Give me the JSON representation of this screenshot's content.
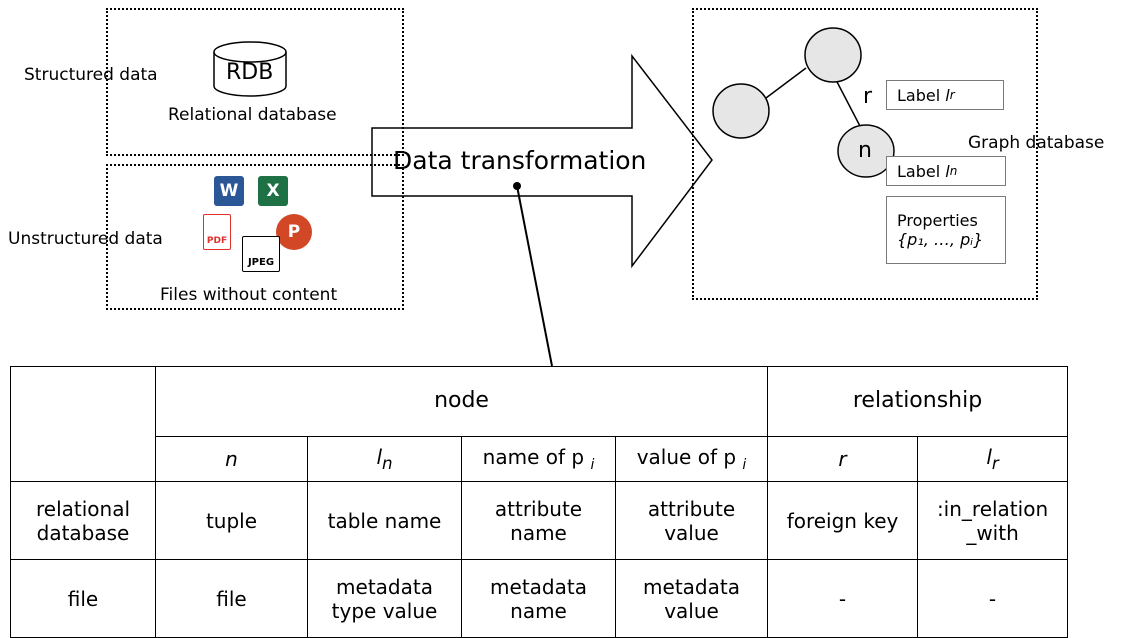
{
  "left": {
    "structured_label": "Structured data",
    "rdb_text": "RDB",
    "rdb_caption": "Relational database",
    "unstructured_label": "Unstructured data",
    "files_caption": "Files without content",
    "icons": [
      "word-icon",
      "excel-icon",
      "pdf-icon",
      "powerpoint-icon",
      "jpeg-icon"
    ],
    "icon_text": {
      "word": "W",
      "excel": "X",
      "pdf": "PDF",
      "ppt": "P",
      "jpeg": "JPEG"
    }
  },
  "arrow": {
    "label": "Data transformation"
  },
  "graph": {
    "rel_letter": "r",
    "node_letter": "n",
    "label_r_prefix": "Label ",
    "label_r_var": "l",
    "label_r_sub": "r",
    "label_n_prefix": "Label ",
    "label_n_var": "l",
    "label_n_sub": "n",
    "properties_title": "Properties",
    "properties_set": "{p₁, …, pᵢ}",
    "db_label": "Graph database"
  },
  "table": {
    "group_node": "node",
    "group_relationship": "relationship",
    "sub_headers": [
      "n",
      "l",
      "name of p",
      "value of p",
      "r",
      "l"
    ],
    "sub_header_subs": [
      "",
      "n",
      "i",
      "i",
      "",
      "r"
    ],
    "rows": [
      {
        "label": "relational database",
        "cells": [
          "tuple",
          "table name",
          "attribute name",
          "attribute value",
          "foreign key",
          ":in_relation _with"
        ]
      },
      {
        "label": "file",
        "cells": [
          "file",
          "metadata type value",
          "metadata name",
          "metadata value",
          "-",
          "-"
        ]
      }
    ]
  },
  "colors": {
    "node_fill": "#e6e6e6",
    "word": "#2b5797",
    "excel": "#1e7145",
    "pdf": "#e0312c",
    "ppt": "#d24726"
  }
}
